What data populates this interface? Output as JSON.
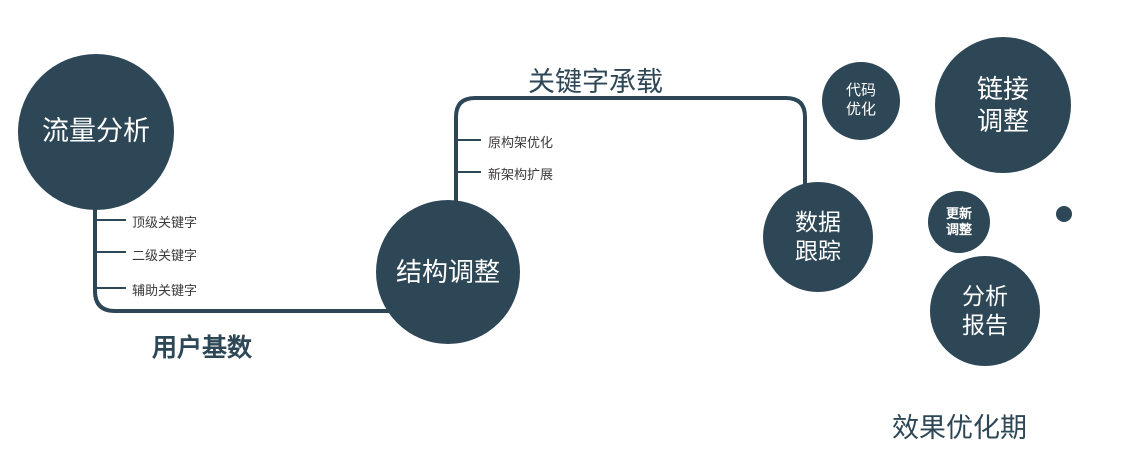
{
  "colors": {
    "accent": "#2e4756",
    "branch_text": "#3a3a3a",
    "background": "#ffffff"
  },
  "nodes": {
    "traffic": {
      "label": "流量分析"
    },
    "structure": {
      "label": "结构调整"
    },
    "tracking": {
      "label": "数据\n跟踪"
    },
    "code_opt": {
      "label": "代码\n优化"
    },
    "link_adjust": {
      "label": "链接\n调整"
    },
    "update_adjust": {
      "label": "更新\n调整"
    },
    "report": {
      "label": "分析\n报告"
    }
  },
  "edge_labels": {
    "user_base": "用户基数",
    "keyword_carry": "关键字承载"
  },
  "traffic_branches": [
    "顶级关键字",
    "二级关键字",
    "辅助关键字"
  ],
  "structure_branches": [
    "原构架优化",
    "新架构扩展"
  ],
  "footer": "效果优化期"
}
